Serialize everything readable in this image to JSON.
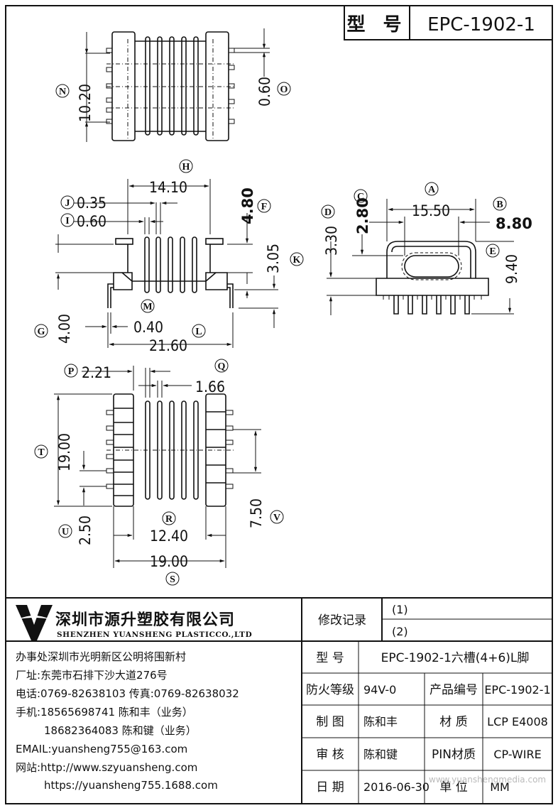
{
  "header": {
    "model_label": "型 号",
    "model_value": "EPC-1902-1"
  },
  "drawing": {
    "top_view": {
      "dim_N": {
        "circle": "N",
        "value": "10.20"
      },
      "dim_O": {
        "circle": "O",
        "value": "0.60"
      }
    },
    "side_view": {
      "dim_H": {
        "circle": "H",
        "value": "14.10"
      },
      "dim_J": {
        "circle": "J",
        "value": "0.35"
      },
      "dim_I": {
        "circle": "I",
        "value": "0.60"
      },
      "dim_F": {
        "circle": "F",
        "value": "4.80"
      },
      "dim_K": {
        "circle": "K",
        "value": "3.05"
      },
      "dim_G": {
        "circle": "G",
        "value": "4.00"
      },
      "dim_M": {
        "circle": "M",
        "value": "0.40"
      },
      "dim_L": {
        "circle": "L",
        "value": "21.60"
      }
    },
    "end_view": {
      "dim_A": {
        "circle": "A",
        "value": "15.50"
      },
      "dim_B": {
        "circle": "B",
        "value": "8.80"
      },
      "dim_C": {
        "circle": "C",
        "value": "2.80"
      },
      "dim_D": {
        "circle": "D",
        "value": "3.30"
      },
      "dim_E": {
        "circle": "E",
        "value": "9.40"
      }
    },
    "bottom_view": {
      "dim_P": {
        "circle": "P",
        "value": "2.21"
      },
      "dim_Q": {
        "circle": "Q",
        "value": "1.66"
      },
      "dim_T": {
        "circle": "T",
        "value": "19.00"
      },
      "dim_U": {
        "circle": "U",
        "value": "2.50"
      },
      "dim_R": {
        "circle": "R",
        "value": "12.40"
      },
      "dim_S": {
        "circle": "S",
        "value": "19.00"
      },
      "dim_V": {
        "circle": "V",
        "value": "7.50"
      }
    }
  },
  "company": {
    "name_cn": "深圳市源升塑胶有限公司",
    "name_en": "SHENZHEN YUANSHENG PLASTICCO.,LTD",
    "office": "办事处深圳市光明新区公明将围新村",
    "factory": "厂址:东莞市石排下沙大道276号",
    "phone": "电话:0769-82638103 传真:0769-82638032",
    "mobile1": "手机:18565698741 陈和丰（业务）",
    "mobile2": "18682364083 陈和键（业务）",
    "email": "EMAIL:yuansheng755@163.com",
    "web1": "网站:http://www.szyuansheng.com",
    "web2": "https://yuansheng755.1688.com"
  },
  "revision": {
    "label": "修改记录",
    "row1": "(1)",
    "row2": "(2)"
  },
  "spec": {
    "model_label": "型 号",
    "model_value": "EPC-1902-1六槽(4+6)L脚",
    "fire_label": "防火等级",
    "fire_value": "94V-0",
    "code_label": "产品编号",
    "code_value": "EPC-1902-1",
    "drawn_label": "制 图",
    "drawn_value": "陈和丰",
    "material_label": "材 质",
    "material_value": "LCP E4008",
    "check_label": "审 核",
    "check_value": "陈和键",
    "pin_label": "PIN材质",
    "pin_value": "CP-WIRE",
    "date_label": "日 期",
    "date_value": "2016-06-30",
    "unit_label": "单 位",
    "unit_value": "MM"
  },
  "watermark": "www.yuanshengmedia.com"
}
